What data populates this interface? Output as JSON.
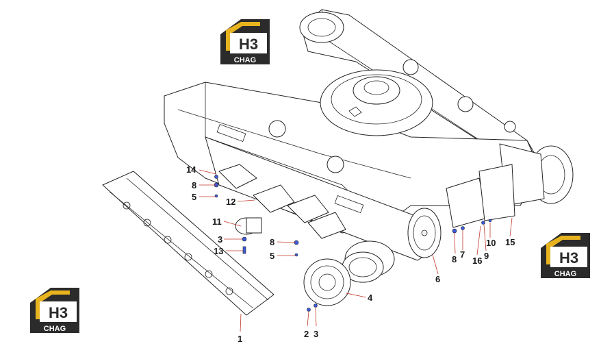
{
  "logo": {
    "mark": "H3",
    "wordmark": "CHAG",
    "colors": {
      "roof": "#e7b41f",
      "body": "#2b2b2b",
      "text": "#ffffff"
    }
  },
  "callouts": [
    {
      "id": "c14",
      "label": "14"
    },
    {
      "id": "c8a",
      "label": "8"
    },
    {
      "id": "c5a",
      "label": "5"
    },
    {
      "id": "c12",
      "label": "12"
    },
    {
      "id": "c11",
      "label": "11"
    },
    {
      "id": "c3a",
      "label": "3"
    },
    {
      "id": "c13",
      "label": "13"
    },
    {
      "id": "c8b",
      "label": "8"
    },
    {
      "id": "c5b",
      "label": "5"
    },
    {
      "id": "c4",
      "label": "4"
    },
    {
      "id": "c2",
      "label": "2"
    },
    {
      "id": "c3b",
      "label": "3"
    },
    {
      "id": "c1",
      "label": "1"
    },
    {
      "id": "c6",
      "label": "6"
    },
    {
      "id": "c8c",
      "label": "8"
    },
    {
      "id": "c7",
      "label": "7"
    },
    {
      "id": "c16",
      "label": "16"
    },
    {
      "id": "c9",
      "label": "9"
    },
    {
      "id": "c10",
      "label": "10"
    },
    {
      "id": "c15",
      "label": "15"
    }
  ],
  "colors": {
    "leader": "#c0392b",
    "ink": "#222222",
    "hardware": "#3b5bdb"
  }
}
